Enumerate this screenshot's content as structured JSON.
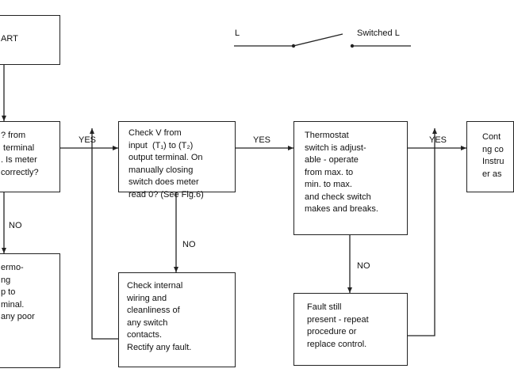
{
  "boxes": {
    "start": "ART",
    "check_input": "? from\n terminal\n. Is meter\ncorrectly?",
    "check_thermo": "ermo-\nng\np to\nminal.\nany poor",
    "check_v": "Check V from\ninput  (T₁) to (T₂)\noutput terminal. On\nmanually closing\nswitch does meter\nread 0? (See Fig.6)",
    "check_wiring": "Check internal\nwiring and\ncleanliness of\nany switch\ncontacts.\nRectify any fault.",
    "thermostat_switch": "Thermostat\nswitch is adjust-\nable - operate\nfrom max. to\nmin. to max.\nand check switch\nmakes and breaks.",
    "fault_present": "Fault still\npresent - repeat\nprocedure or\nreplace control.",
    "contact": "Cont\nng co\nInstru\ner as"
  },
  "labels": {
    "yes_1": "YES",
    "yes_2": "YES",
    "yes_3": "YES",
    "no_1": "NO",
    "no_2": "NO",
    "no_3": "NO"
  },
  "switch": {
    "live": "L",
    "switched": "Switched L"
  },
  "colors": {
    "line": "#222222",
    "text": "#111111",
    "background": "#ffffff"
  }
}
